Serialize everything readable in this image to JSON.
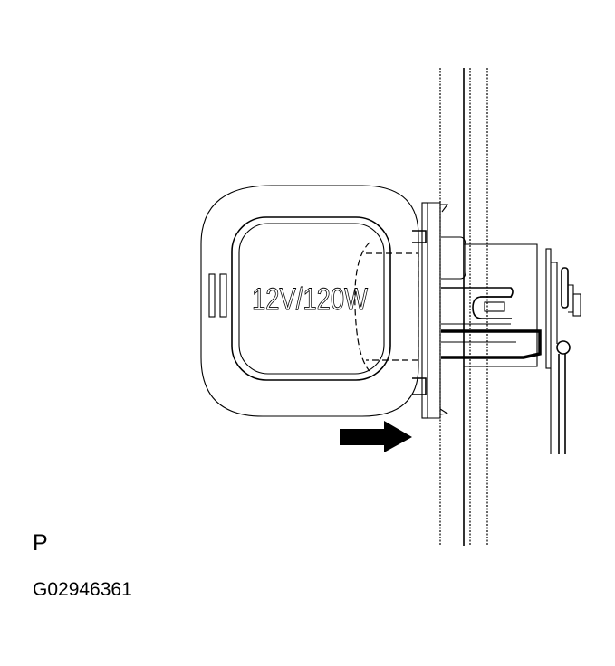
{
  "figure": {
    "lamp_rating_text": "12V/120W",
    "view_label": "P",
    "figure_id": "G02946361",
    "arrow_direction": "right",
    "colors": {
      "line": "#000000",
      "background": "#ffffff"
    }
  }
}
